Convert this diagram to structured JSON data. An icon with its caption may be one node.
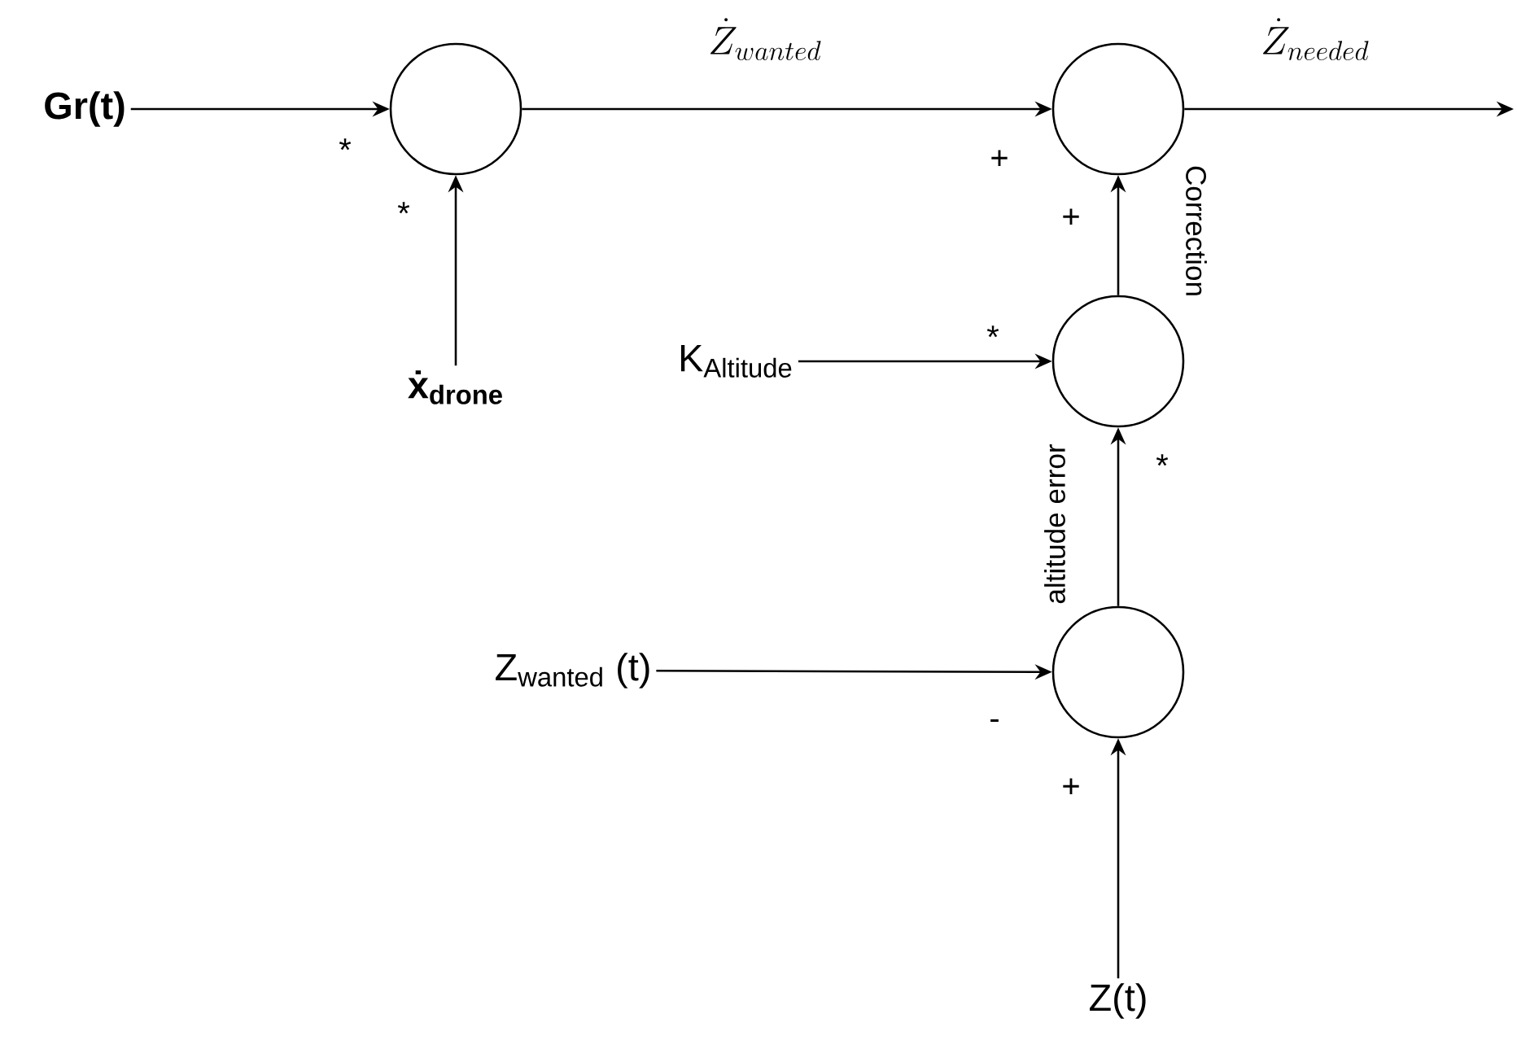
{
  "diagram": {
    "nodes": [
      {
        "text": [
          "Gr(t)"
        ]
      },
      {
        "text": [],
        "shape": "circle"
      },
      {
        "text": [],
        "shape": "circle"
      },
      {
        "text": [
          "ẋ$_{drone}$"
        ]
      },
      {
        "text": [
          "K$_{Altitude}$"
        ]
      },
      {
        "text": [],
        "shape": "circle"
      },
      {
        "text": [
          "Z$_{wanted}$ (t)"
        ]
      },
      {
        "text": [],
        "shape": "circle"
      },
      {
        "text": [
          "Z(t)"
        ]
      }
    ],
    "edges": [
      {
        "from": 0,
        "to": 1,
        "arrow": "to"
      },
      {
        "from": 3,
        "to": 1,
        "arrow": "to"
      },
      {
        "from": 1,
        "to": 2,
        "arrow": "to",
        "label": "\\dot{Z}_{wanted}"
      },
      {
        "from": 2,
        "to": null,
        "arrow": "to",
        "label": "\\dot{Z}_{needed}"
      },
      {
        "from": 5,
        "to": 2,
        "arrow": "to",
        "label": "Correction"
      },
      {
        "from": 4,
        "to": 5,
        "arrow": "to"
      },
      {
        "from": 7,
        "to": 5,
        "arrow": "to",
        "label": "altitude error"
      },
      {
        "from": 6,
        "to": 7,
        "arrow": "to"
      },
      {
        "from": 8,
        "to": 7,
        "arrow": "to"
      }
    ],
    "labels": [
      "*",
      "*",
      "+",
      "+",
      "*",
      "*",
      "-",
      "+"
    ]
  }
}
